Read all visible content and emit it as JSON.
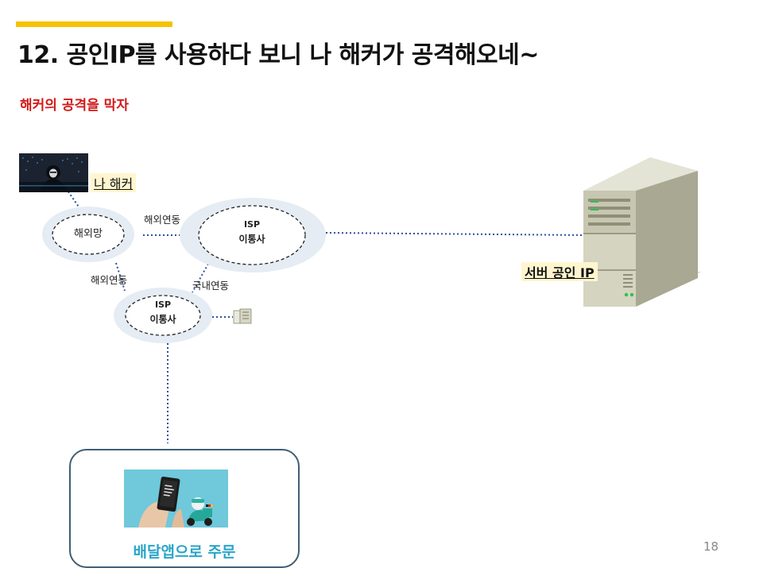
{
  "slide": {
    "title": "12. 공인IP를 사용하다 보니 나 해커가 공격해오네~",
    "subtitle": "해커의 공격을 막자",
    "page_number": "18",
    "accent_color": "#f7c200",
    "subtitle_color": "#d11a1a"
  },
  "network": {
    "hacker_label": "나 해커",
    "overseas_node": "해외망",
    "isp_top": {
      "line1": "ISP",
      "line2": "이통사"
    },
    "isp_bottom": {
      "line1": "ISP",
      "line2": "이통사"
    },
    "edge_overseas_top": "해외연동",
    "edge_overseas_bottom": "해외연동",
    "edge_domestic": "국내연동",
    "server_label": "서버 공인 IP",
    "order_label": "배달앱으로 주문",
    "order_label_color": "#2aa5c9"
  }
}
